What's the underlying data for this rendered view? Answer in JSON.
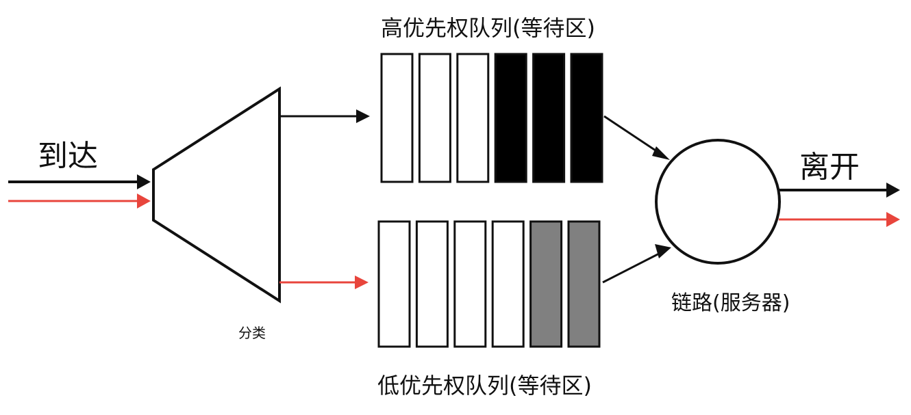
{
  "labels": {
    "arrival": "到达",
    "departure": "离开",
    "classifier": "分类",
    "high_queue": "高优先权队列(等待区)",
    "low_queue": "低优先权队列(等待区)",
    "server": "链路(服务器)"
  },
  "high_queue": {
    "slots": [
      "empty",
      "empty",
      "empty",
      "black",
      "black",
      "black"
    ]
  },
  "low_queue": {
    "slots": [
      "empty",
      "empty",
      "empty",
      "empty",
      "gray",
      "gray"
    ]
  },
  "colors": {
    "line": "#111111",
    "high_priority_flow": "#111111",
    "low_priority_flow": "#e8453c",
    "slot_empty": "#ffffff",
    "slot_black": "#000000",
    "slot_gray": "#808080"
  }
}
